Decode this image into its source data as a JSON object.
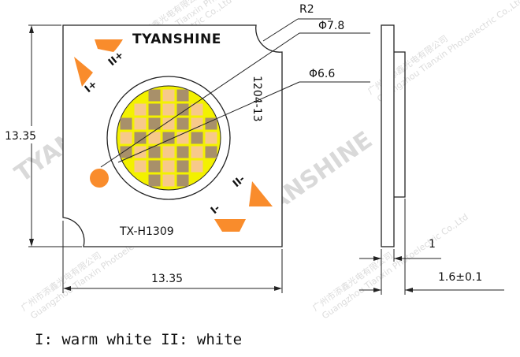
{
  "colors": {
    "orange": "#f98c2c",
    "warm_chip": "#f7c98a",
    "cool_chip": "#a8906a",
    "phosphor": "#f3f100",
    "outline": "#222222",
    "watermark": "#d9d9d9"
  },
  "diagram": {
    "brand": "TYANSHINE",
    "model": "TX-H1309",
    "code": "1204-13",
    "dim_width": "13.35",
    "dim_height": "13.35",
    "dim_outer_diameter": "Φ7.8",
    "dim_inner_diameter": "Φ6.6",
    "dim_radius": "R2",
    "dim_edge": "1",
    "dim_thickness": "1.6±0.1",
    "pad_labels": {
      "top_left_1": "I+",
      "top_left_2": "II+",
      "bottom_right_1": "I-",
      "bottom_right_2": "II-"
    },
    "chip_grid": [
      "..CWC..",
      ".WCWCW.",
      "CWCWCWC",
      "WCWCWCW",
      "CWCWCWC",
      ".WCWCW.",
      "..CWC.."
    ]
  },
  "watermark": {
    "brand": "TYANSHINE",
    "company_cn": "广州市添鑫光电有限公司",
    "company_en": "Guangzhou Tianxin Photoelectric Co.,Ltd"
  },
  "legend": {
    "text": "I: warm white II: white"
  }
}
